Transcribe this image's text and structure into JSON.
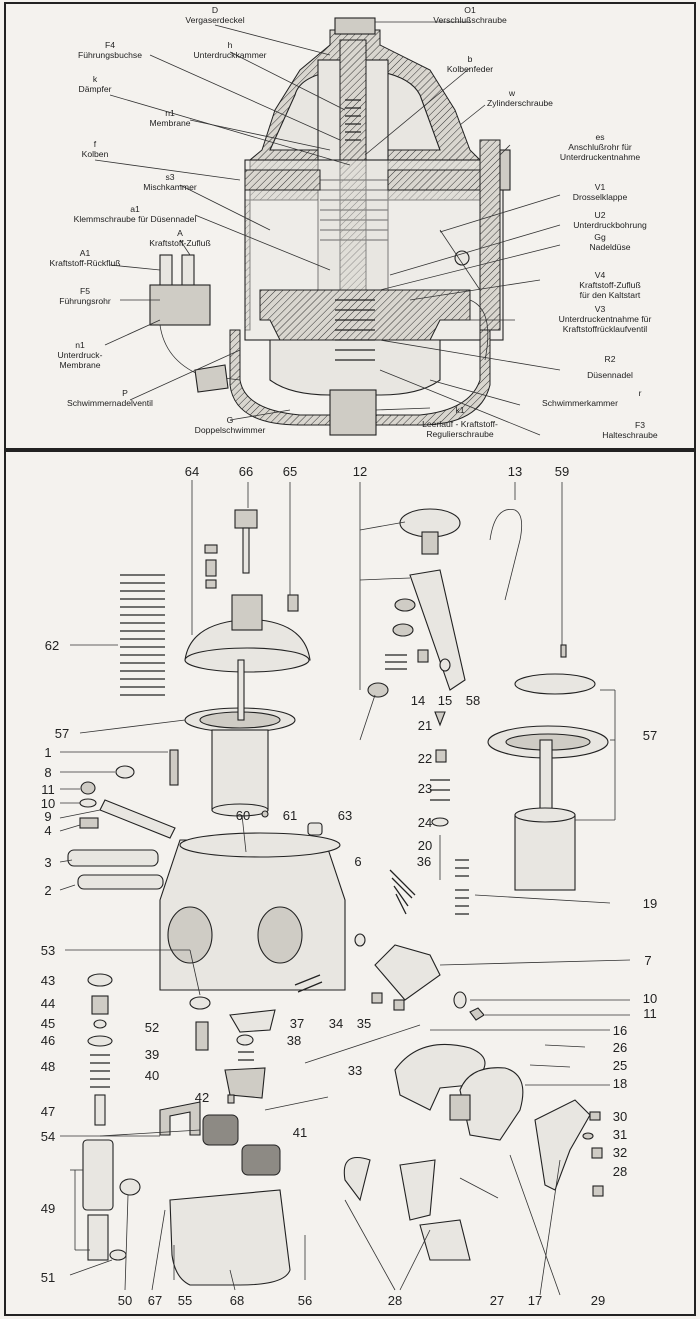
{
  "cross_section": {
    "labels": [
      {
        "key": "D",
        "text": "Vergaserdeckel"
      },
      {
        "key": "O1",
        "text": "Verschlußschraube"
      },
      {
        "key": "F4",
        "text": "Führungsbuchse"
      },
      {
        "key": "h",
        "text": "Unterdruckkammer"
      },
      {
        "key": "b",
        "text": "Kolbenfeder"
      },
      {
        "key": "k",
        "text": "Dämpfer"
      },
      {
        "key": "w",
        "text": "Zylinderschraube"
      },
      {
        "key": "n1",
        "text": "Membrane"
      },
      {
        "key": "es",
        "text": "Anschlußrohr für"
      },
      {
        "key": "es2",
        "text": "Unterdruckentnahme"
      },
      {
        "key": "f",
        "text": "Kolben"
      },
      {
        "key": "s3",
        "text": "Mischkammer"
      },
      {
        "key": "V1",
        "text": "Drosselklappe"
      },
      {
        "key": "a1",
        "text": "Klemmschraube für Düsennadel"
      },
      {
        "key": "U2",
        "text": "Unterdruckbohrung"
      },
      {
        "key": "A",
        "text": "Kraftstoff-Zufluß"
      },
      {
        "key": "Gg",
        "text": "Nadeldüse"
      },
      {
        "key": "A1",
        "text": "Kraftstoff-Rückfluß"
      },
      {
        "key": "V4",
        "text": "Kraftstoff-Zufluß"
      },
      {
        "key": "V4b",
        "text": "für den Kaltstart"
      },
      {
        "key": "F5",
        "text": "Führungsrohr"
      },
      {
        "key": "V3",
        "text": "Unterdruckentnahme für"
      },
      {
        "key": "V3b",
        "text": "Kraftstoffrücklaufventil"
      },
      {
        "key": "n1b",
        "text": "Unterdruck-"
      },
      {
        "key": "n1c",
        "text": "Membrane"
      },
      {
        "key": "R2",
        "text": "Düsennadel"
      },
      {
        "key": "r",
        "text": "Schwimmerkammer"
      },
      {
        "key": "P",
        "text": "Schwimmernadelventil"
      },
      {
        "key": "k1",
        "text": "Leerlauf - Kraftstoff-"
      },
      {
        "key": "k1b",
        "text": "Regulierschraube"
      },
      {
        "key": "F3",
        "text": "Halteschraube"
      },
      {
        "key": "G",
        "text": "Doppelschwimmer"
      }
    ]
  },
  "exploded_view": {
    "part_numbers": [
      "64",
      "66",
      "65",
      "12",
      "13",
      "59",
      "62",
      "14",
      "15",
      "57",
      "58",
      "57",
      "21",
      "22",
      "1",
      "8",
      "23",
      "11",
      "10",
      "24",
      "60",
      "61",
      "63",
      "9",
      "20",
      "4",
      "36",
      "3",
      "19",
      "2",
      "6",
      "53",
      "7",
      "43",
      "10",
      "11",
      "44",
      "34",
      "35",
      "16",
      "45",
      "37",
      "26",
      "52",
      "46",
      "38",
      "33",
      "25",
      "39",
      "40",
      "48",
      "18",
      "42",
      "30",
      "41",
      "47",
      "54",
      "31",
      "32",
      "28",
      "49",
      "51",
      "50",
      "67",
      "55",
      "68",
      "56",
      "28",
      "27",
      "17",
      "29"
    ]
  }
}
